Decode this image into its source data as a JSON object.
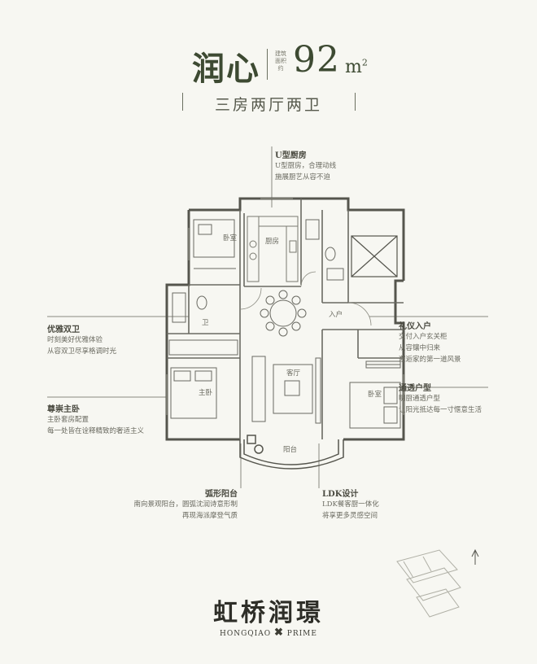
{
  "header": {
    "name": "润心",
    "small_label": "建筑面积约",
    "area": "92",
    "unit": "m",
    "unit_sup": "2",
    "layout": "三房两厅两卫"
  },
  "annotations": {
    "kitchen": {
      "title": "U型厨房",
      "lines": [
        "U型厨房，合理动线",
        "施展厨艺从容不迫"
      ]
    },
    "bath": {
      "title": "优雅双卫",
      "lines": [
        "时刻美好优雅体验",
        "从容双卫尽享格调时光"
      ]
    },
    "master": {
      "title": "尊崇主卧",
      "lines": [
        "主卧套房配置",
        "每一处皆在诠释精致的奢适主义"
      ]
    },
    "entry": {
      "title": "礼仪入户",
      "lines": [
        "交付入户玄关柜",
        "从容镶中归来",
        "邂逅家的第一道风景"
      ]
    },
    "through": {
      "title": "通透户型",
      "lines": [
        "明厨通透户型",
        "让阳光抵达每一寸惬意生活"
      ]
    },
    "balcony": {
      "title": "弧形阳台",
      "lines": [
        "南向景观阳台，圆弧沈润诗意形制",
        "再现海派摩登气质"
      ]
    },
    "ldk": {
      "title": "LDK设计",
      "lines": [
        "LDK餐客厨一体化",
        "将享更多灵感空间"
      ]
    }
  },
  "rooms": {
    "bedroom_top": "卧室",
    "bath_top": "卫",
    "master": "主卧",
    "living": "客厅",
    "bedroom_right": "卧室",
    "kitchen": "厨房",
    "balcony": "阳台",
    "entry": "入户"
  },
  "brand": {
    "cn": "虹桥润璟",
    "en_left": "HONGQIAO",
    "en_mark": "✖",
    "en_right": "PRIME"
  },
  "colors": {
    "title_green": "#3d4a32",
    "wall": "#55554d",
    "line": "#8a8a80"
  }
}
